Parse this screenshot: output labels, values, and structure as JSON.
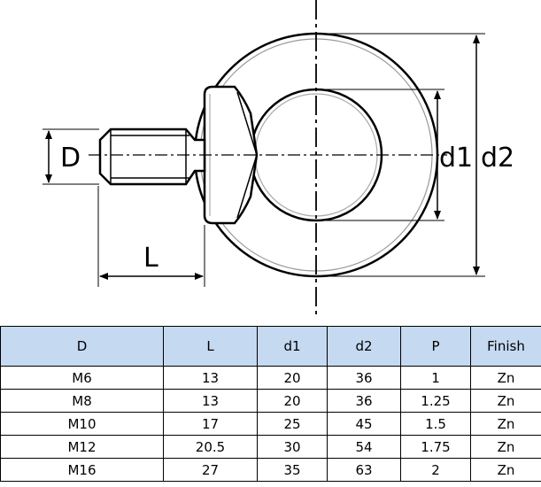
{
  "drawing": {
    "labels": {
      "D": "D",
      "L": "L",
      "d1": "d1",
      "d2": "d2"
    }
  },
  "table": {
    "headers": [
      "D",
      "L",
      "d1",
      "d2",
      "P",
      "Finish"
    ],
    "rows": [
      [
        "M6",
        "13",
        "20",
        "36",
        "1",
        "Zn"
      ],
      [
        "M8",
        "13",
        "20",
        "36",
        "1.25",
        "Zn"
      ],
      [
        "M10",
        "17",
        "25",
        "45",
        "1.5",
        "Zn"
      ],
      [
        "M12",
        "20.5",
        "30",
        "54",
        "1.75",
        "Zn"
      ],
      [
        "M16",
        "27",
        "35",
        "63",
        "2",
        "Zn"
      ]
    ]
  },
  "colors": {
    "header_bg": "#c5d9f1",
    "line": "#000000"
  }
}
